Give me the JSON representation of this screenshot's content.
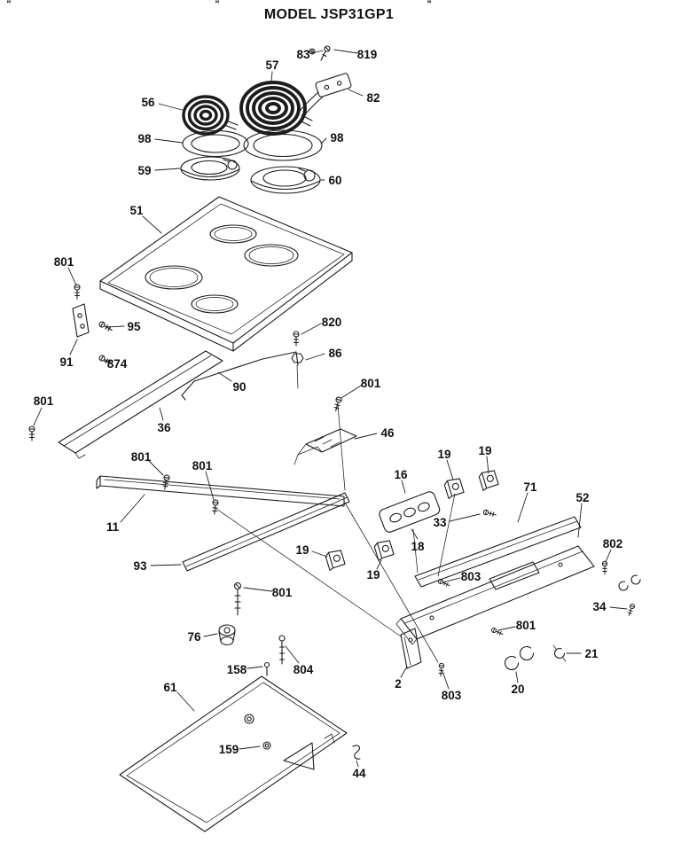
{
  "page": {
    "title": "MODEL JSP31GP1",
    "top_fragments": [
      "\"",
      "\"",
      "\""
    ]
  },
  "diagram_colors": {
    "line": "#1c1c1c",
    "background": "#ffffff"
  },
  "parts": [
    {
      "label": "83"
    },
    {
      "label": "819"
    },
    {
      "label": "57"
    },
    {
      "label": "56"
    },
    {
      "label": "82"
    },
    {
      "label": "98"
    },
    {
      "label": "98"
    },
    {
      "label": "59"
    },
    {
      "label": "60"
    },
    {
      "label": "51"
    },
    {
      "label": "801"
    },
    {
      "label": "95"
    },
    {
      "label": "91"
    },
    {
      "label": "874"
    },
    {
      "label": "820"
    },
    {
      "label": "86"
    },
    {
      "label": "90"
    },
    {
      "label": "801"
    },
    {
      "label": "801"
    },
    {
      "label": "36"
    },
    {
      "label": "46"
    },
    {
      "label": "801"
    },
    {
      "label": "801"
    },
    {
      "label": "16"
    },
    {
      "label": "19"
    },
    {
      "label": "19"
    },
    {
      "label": "71"
    },
    {
      "label": "52"
    },
    {
      "label": "11"
    },
    {
      "label": "19"
    },
    {
      "label": "33"
    },
    {
      "label": "18"
    },
    {
      "label": "802"
    },
    {
      "label": "93"
    },
    {
      "label": "19"
    },
    {
      "label": "803"
    },
    {
      "label": "34"
    },
    {
      "label": "801"
    },
    {
      "label": "76"
    },
    {
      "label": "801"
    },
    {
      "label": "21"
    },
    {
      "label": "158"
    },
    {
      "label": "804"
    },
    {
      "label": "2"
    },
    {
      "label": "20"
    },
    {
      "label": "803"
    },
    {
      "label": "61"
    },
    {
      "label": "159"
    },
    {
      "label": "44"
    }
  ]
}
